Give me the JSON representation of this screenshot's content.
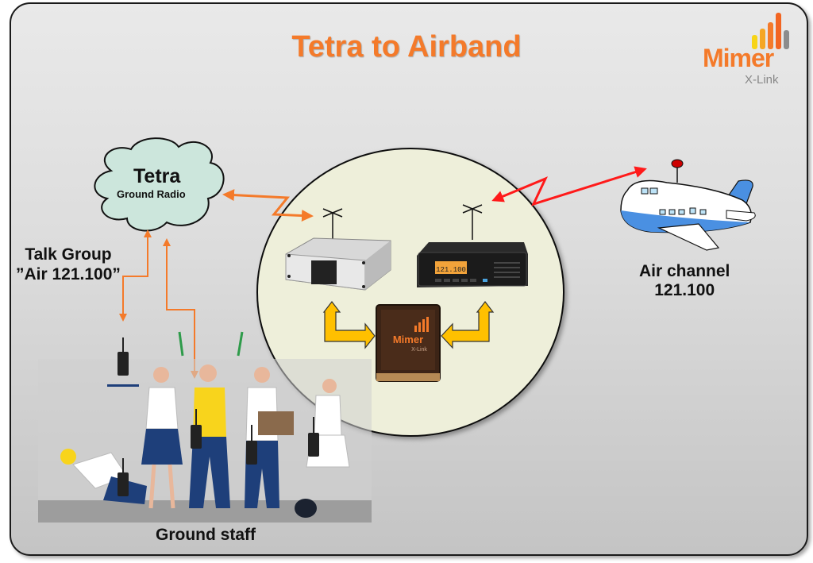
{
  "title": "Tetra to Airband",
  "logo": {
    "brand": "Mimer",
    "sub": "X-Link",
    "bar_colors": [
      "#f7d417",
      "#f5a623",
      "#f47a2a",
      "#f26522",
      "#8c8c8c"
    ]
  },
  "cloud": {
    "title": "Tetra",
    "subtitle": "Ground Radio"
  },
  "talk_group": {
    "line1": "Talk Group",
    "line2": "”Air 121.100”"
  },
  "air_channel": {
    "line1": "Air channel",
    "line2": "121.100"
  },
  "ground_staff": "Ground staff",
  "devices": {
    "tetra_radio": "Tetra mobile radio",
    "airband_radio_display": "121.100",
    "interface_box": {
      "brand": "Mimer",
      "sub": "X-Link"
    }
  },
  "colors": {
    "title": "#f47a2a",
    "tetra_link": "#f47a2a",
    "air_link": "#ff1a1a",
    "circle_fill": "#eeefda",
    "cloud_fill": "#cce6dc",
    "arrow_fill": "#ffc000"
  }
}
